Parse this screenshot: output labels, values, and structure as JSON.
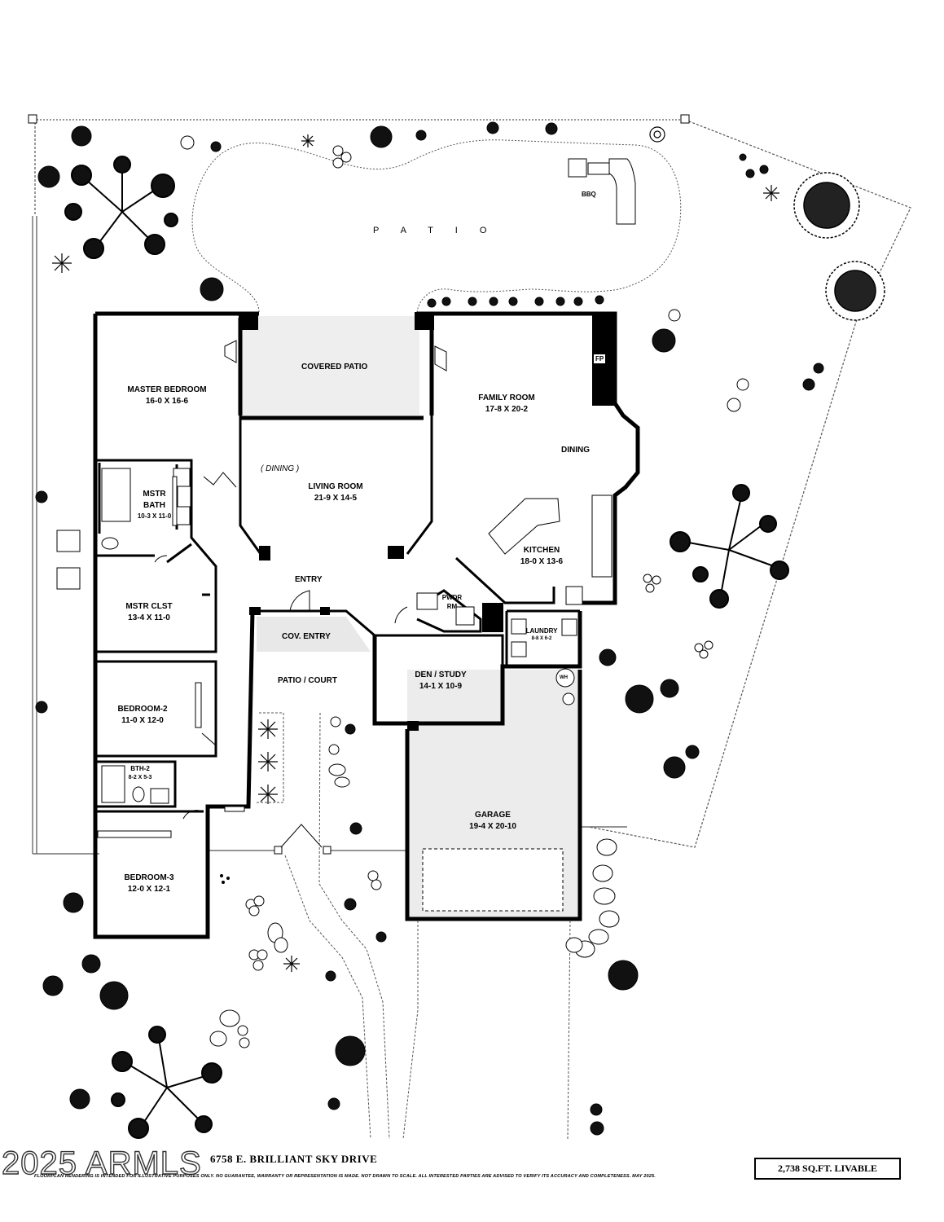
{
  "rooms": {
    "patio": "P A T I O",
    "bbq": "BBQ",
    "covered_patio": "COVERED PATIO",
    "master_bedroom": {
      "name": "MASTER BEDROOM",
      "size": "16-0  X  16-6"
    },
    "family_room": {
      "name": "FAMILY ROOM",
      "size": "17-8  X  20-2"
    },
    "fp": "FP",
    "dining": "DINING",
    "dining_paren": "( DINING )",
    "living_room": {
      "name": "LIVING ROOM",
      "size": "21-9  X  14-5"
    },
    "mstr_bath": {
      "line1": "MSTR",
      "line2": "BATH",
      "size": "10-3 X 11-0"
    },
    "kitchen": {
      "name": "KITCHEN",
      "size": "18-0 X 13-6"
    },
    "entry": "ENTRY",
    "mstr_clst": {
      "name": "MSTR  CLST",
      "size": "13-4  X  11-0"
    },
    "pwdr": {
      "line1": "PWDR",
      "line2": "RM"
    },
    "laundry": {
      "name": "LAUNDRY",
      "size": "8-8 X 6-2"
    },
    "cov_entry": "COV. ENTRY",
    "patio_court": "PATIO / COURT",
    "den_study": {
      "name": "DEN / STUDY",
      "size": "14-1  X  10-9"
    },
    "wh": "WH",
    "bedroom2": {
      "name": "BEDROOM-2",
      "size": "11-0  X  12-0"
    },
    "bth2": {
      "name": "BTH-2",
      "size": "8-2 X 5-3"
    },
    "garage": {
      "name": "GARAGE",
      "size": "19-4  X 20-10"
    },
    "bedroom3": {
      "name": "BEDROOM-3",
      "size": "12-0  X  12-1"
    }
  },
  "footer": {
    "address": "6758  E. BRILLIANT  SKY  DRIVE",
    "sqft": "2,738 SQ.FT. LIVABLE",
    "disclaimer": "FLOORPLAN RENDERING IS INTENDED FOR ILLUSTRATIVE PURPOSES ONLY.  NO GUARANTEE, WARRANTY OR REPRESENTATION IS MADE.  NOT DRAWN TO SCALE.  ALL INTERESTED PARTIES ARE ADVISED TO VERIFY ITS ACCURACY AND COMPLETENESS. MAY 2025.",
    "watermark": "2025 ARMLS"
  }
}
